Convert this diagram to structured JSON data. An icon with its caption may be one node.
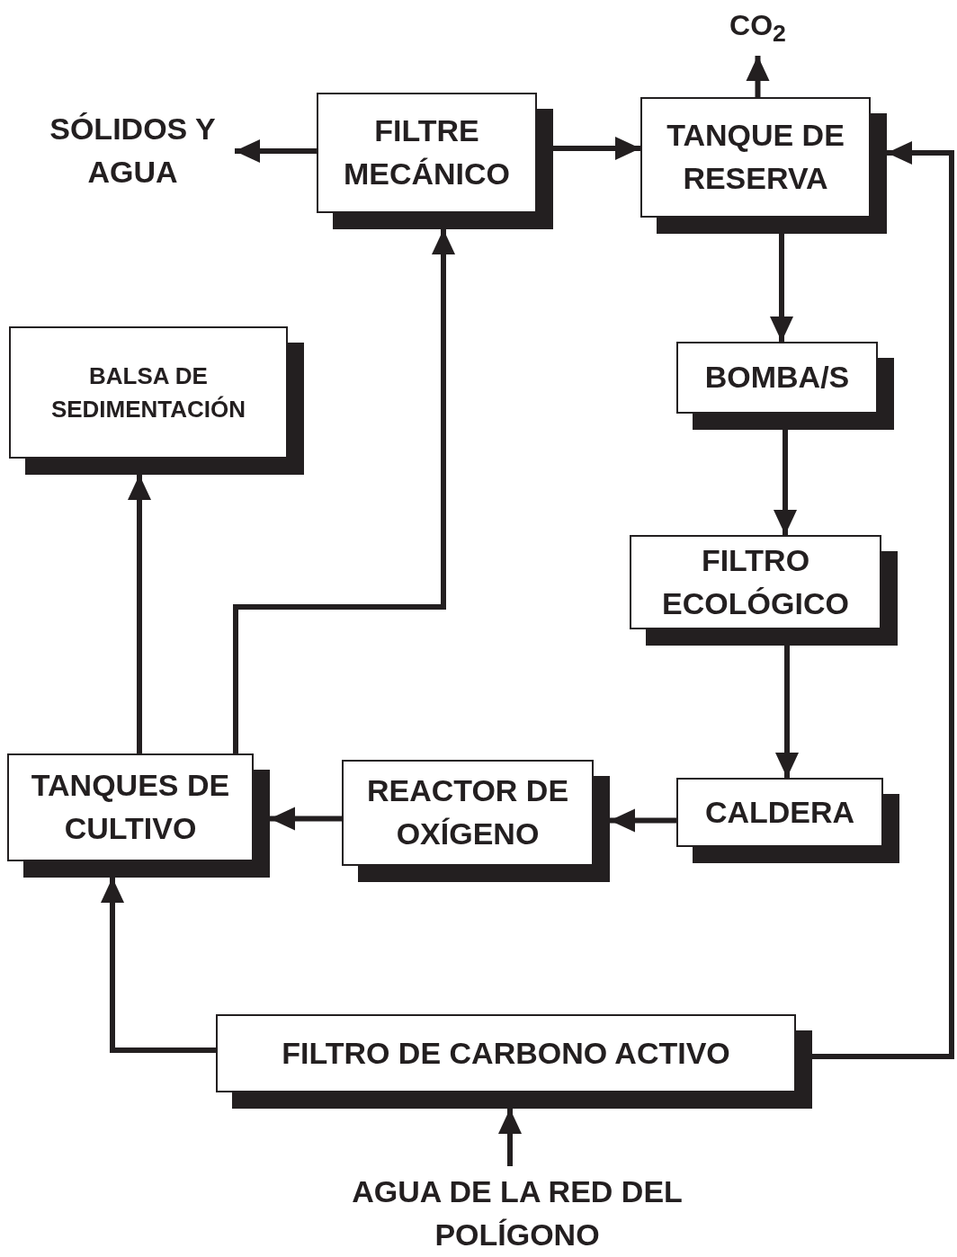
{
  "diagram": {
    "nodes": [
      {
        "text": [
          "SÓLIDOS Y AGUA"
        ]
      },
      {
        "text": [
          "FILTRE MECÁNICO"
        ]
      },
      {
        "text": [
          "TANQUE DE RESERVA"
        ]
      },
      {
        "text": [
          "CO$_{2}$"
        ]
      },
      {
        "text": [
          "BALSA DE SEDIMENTACIÓN"
        ]
      },
      {
        "text": [
          "BOMBA/S"
        ]
      },
      {
        "text": [
          "FILTRO ECOLÓGICO"
        ]
      },
      {
        "text": [
          "TANQUES DE CULTIVO"
        ]
      },
      {
        "text": [
          "REACTOR DE OXÍGENO"
        ]
      },
      {
        "text": [
          "CALDERA"
        ]
      },
      {
        "text": [
          "FILTRO DE CARBONO ACTIVO"
        ]
      },
      {
        "text": [
          "AGUA DE LA RED DEL POLÍGONO"
        ]
      }
    ],
    "edges": [
      {
        "from": 1,
        "to": 0,
        "arrow": "to"
      },
      {
        "from": 1,
        "to": 2,
        "arrow": "to"
      },
      {
        "from": 2,
        "to": 3,
        "arrow": "to"
      },
      {
        "from": 2,
        "to": 5,
        "arrow": "to"
      },
      {
        "from": 5,
        "to": 6,
        "arrow": "to"
      },
      {
        "from": 6,
        "to": 9,
        "arrow": "to"
      },
      {
        "from": 9,
        "to": 8,
        "arrow": "to"
      },
      {
        "from": 8,
        "to": 7,
        "arrow": "to"
      },
      {
        "from": 7,
        "to": 4,
        "arrow": "to"
      },
      {
        "from": 7,
        "to": 1,
        "arrow": "to"
      },
      {
        "from": 10,
        "to": 7,
        "arrow": "to"
      },
      {
        "from": 10,
        "to": 2,
        "arrow": "to"
      },
      {
        "from": 11,
        "to": 10,
        "arrow": "to"
      }
    ]
  }
}
